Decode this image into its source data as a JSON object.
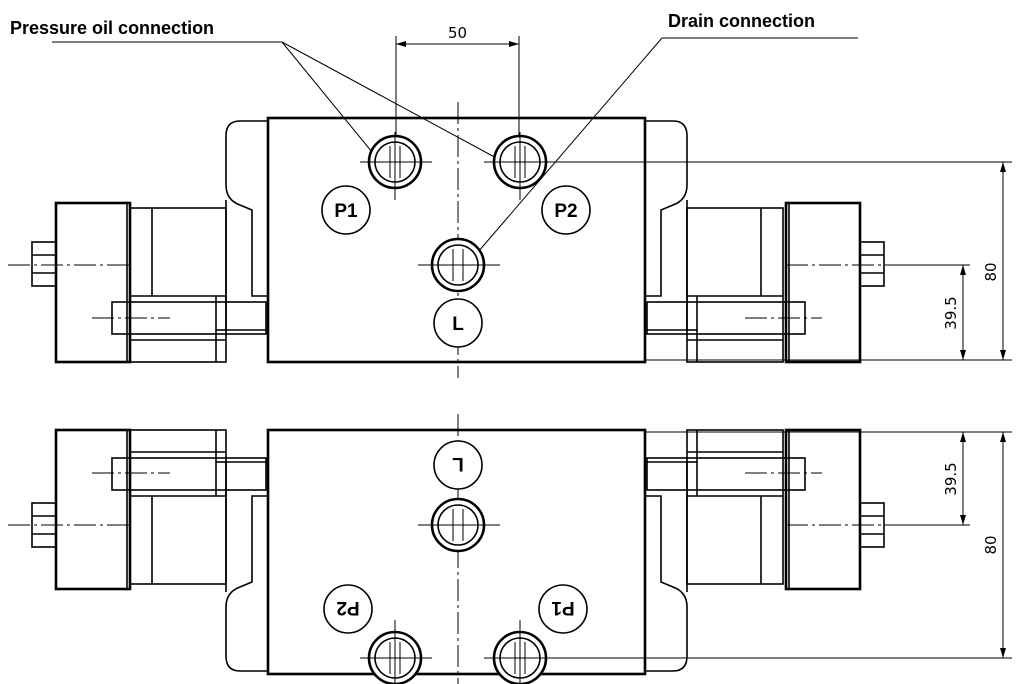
{
  "labels": {
    "pressure_oil_connection": "Pressure oil connection",
    "drain_connection": "Drain connection"
  },
  "dimensions": {
    "port_spacing": "50",
    "height_total_top": "80",
    "height_drain_top": "39.5",
    "height_drain_bottom": "39.5",
    "height_total_bottom": "80"
  },
  "port_tags": {
    "top_p1": "P1",
    "top_p2": "P2",
    "top_l": "L",
    "bottom_p1": "P1",
    "bottom_p2": "P2",
    "bottom_l": "L"
  }
}
